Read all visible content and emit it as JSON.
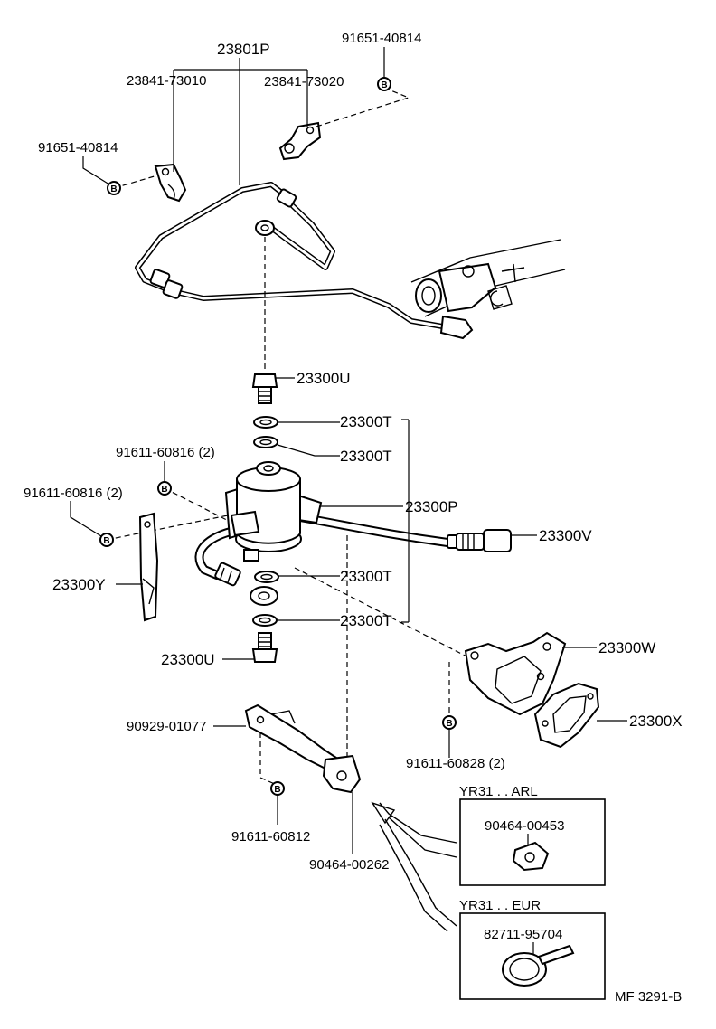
{
  "labels": {
    "main_pipe": "23801P",
    "clamp_left": "23841-73010",
    "clamp_right": "23841-73020",
    "bolt_top": "91651-40814",
    "bolt_left": "91651-40814",
    "union_bolt_top": "23300U",
    "gasket_1": "23300T",
    "gasket_2": "23300T",
    "gasket_3": "23300T",
    "gasket_4": "23300T",
    "bolt_filter_top": "91611-60816 (2)",
    "bolt_filter_left": "91611-60816 (2)",
    "filter": "23300P",
    "hose": "23300V",
    "bracket_left": "23300Y",
    "union_bolt_bottom": "23300U",
    "bracket_right": "23300W",
    "gasket_plate": "23300X",
    "bolt_bracket_right": "91611-60828 (2)",
    "bracket_lower": "90929-01077",
    "bolt_lower": "91611-60812",
    "clamp_lower": "90464-00262",
    "variant_arl_title": "YR31 . . ARL",
    "variant_arl_part": "90464-00453",
    "variant_eur_title": "YR31 . . EUR",
    "variant_eur_part": "82711-95704",
    "diagram_code": "MF 3291-B"
  },
  "marker_letter": "B"
}
